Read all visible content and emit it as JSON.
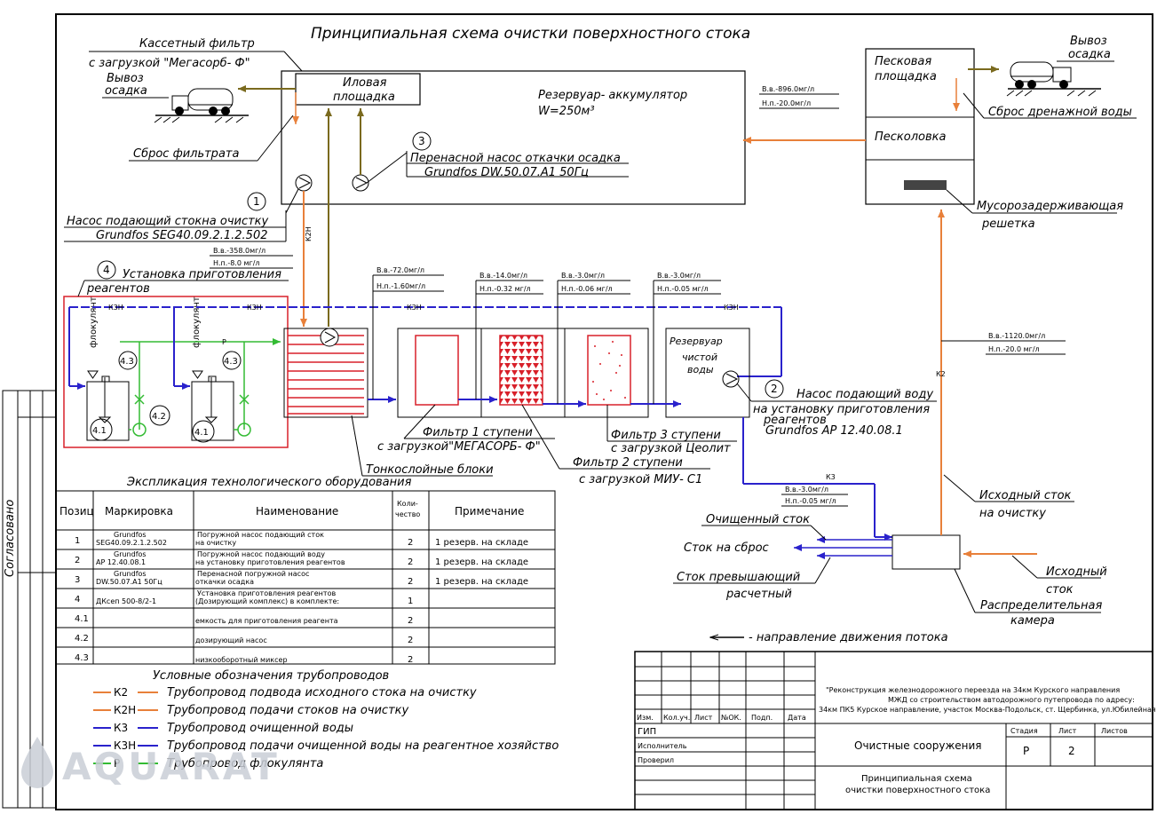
{
  "title": "Принципиальная схема  очистки поверхностного стока",
  "equipment": {
    "cassette_filter_1": "Кассетный фильтр",
    "cassette_filter_2": "с загрузкой \"Мегасорб- Ф\"",
    "sludge_removal_left_1": "Вывоз",
    "sludge_removal_left_2": "осадка",
    "sludge_pad_1": "Иловая",
    "sludge_pad_2": "площадка",
    "reservoir_1": "Резервуар- аккумулятор",
    "reservoir_2": "W=250м³",
    "filtrate_discharge": "Сброс фильтрата",
    "pump3_num": "3",
    "pump3_1": "Перенасной насос откачки осадка",
    "pump3_2": "Grundfos  DW.50.07.A1  50Гц",
    "pump1_num": "1",
    "pump1_1": "Насос подающий стокна очистку",
    "pump1_2": "Grundfos  SEG40.09.2.1.2.502",
    "reagent_num": "4",
    "reagent_1": "Установка  приготовления",
    "reagent_2": "реагентов",
    "flocculant": "флокулянт",
    "sand_pad_1": "Песковая",
    "sand_pad_2": "площадка",
    "sludge_removal_right_1": "Вывоз",
    "sludge_removal_right_2": "осадка",
    "drain_discharge": "Сброс дренажной воды",
    "sand_trap": "Песколовка",
    "grate_1": "Мусорозадерживающая",
    "grate_2": "решетка",
    "clean_res_1": "Резервуар",
    "clean_res_2": "чистой",
    "clean_res_3": "воды",
    "pump2_num": "2",
    "pump2_1": "Насос подающий воду",
    "pump2_2": "на установку приготовления",
    "pump2_3": "реагентов",
    "pump2_4": "Grundfos  AP 12.40.08.1",
    "filter1_1": "Фильтр  1  ступени",
    "filter1_2": "с загрузкой\"МЕГАСОРБ- Ф\"",
    "filter3_1": "Фильтр  3  ступени",
    "filter3_2": "с загрузкой  Цеолит",
    "filter2_1": "Фильтр  2  ступени",
    "filter2_2": "с загрузкой  МИУ- С1",
    "thin_layer": "Тонкослойные блоки",
    "source_flow_1": "Исходный сток",
    "source_flow_2": "на очистку",
    "treated_flow": "Очищенный сток",
    "discharge_flow": "Сток на сброс",
    "excess_flow_1": "Сток  превышающий",
    "excess_flow_2": "расчетный",
    "source_flow_in_1": "Исходный",
    "source_flow_in_2": "сток",
    "dist_chamber_1": "Распределительная",
    "dist_chamber_2": "камера",
    "flow_direction": "-  направление  движения  потока",
    "label_41": "4.1",
    "label_42": "4.2",
    "label_43": "4.3",
    "p_label": "P"
  },
  "pipe_labels": {
    "k2n": "К2Н",
    "k3n": "К3Н",
    "k3": "К3",
    "k2": "К2"
  },
  "quality": {
    "q1a": "В.в.-896.0мг/л",
    "q1b": "Н.п.-20.0мг/л",
    "q2a": "В.в.-358.0мг/л",
    "q2b": "Н.п.-8.0 мг/л",
    "q3a": "В.в.-72.0мг/л",
    "q3b": "Н.п.-1.60мг/л",
    "q4a": "В.в.-14.0мг/л",
    "q4b": "Н.п.-0.32 мг/л",
    "q5a": "В.в.-3.0мг/л",
    "q5b": "Н.п.-0.06 мг/л",
    "q6a": "В.в.-3.0мг/л",
    "q6b": "Н.п.-0.05 мг/л",
    "q7a": "В.в.-1120.0мг/л",
    "q7b": "Н.п.-20.0 мг/л",
    "q8a": "В.в.-3.0мг/л",
    "q8b": "Н.п.-0.05 мг/л"
  },
  "explication": {
    "title": "Экспликация  технологического оборудования",
    "headers": [
      "Позиц",
      "Маркировка",
      "Наименование",
      "Коли-",
      "чество",
      "Примечание"
    ],
    "rows": [
      {
        "pos": "1",
        "mark1": "Grundfos",
        "mark2": "SEG40.09.2.1.2.502",
        "name1": "Погружной насос подающий сток",
        "name2": "на  очистку",
        "qty": "2",
        "note": "1  резерв.  на  складе"
      },
      {
        "pos": "2",
        "mark1": "Grundfos",
        "mark2": "AP 12.40.08.1",
        "name1": "Погружной насос подающий воду",
        "name2": "на установку приготовления реагентов",
        "qty": "2",
        "note": "1  резерв.  на  складе"
      },
      {
        "pos": "3",
        "mark1": "Grundfos",
        "mark2": "DW.50.07.A1  50Гц",
        "name1": "Перенасной погружной насос",
        "name2": "откачки  осадка",
        "qty": "2",
        "note": "1  резерв.  на  складе"
      },
      {
        "pos": "4",
        "mark1": "",
        "mark2": "ДКсеп 500-8/2-1",
        "name1": "Установка  приготовления реагентов",
        "name2": "(Дозирующий комплекс) в комплекте:",
        "qty": "1",
        "note": ""
      },
      {
        "pos": "4.1",
        "mark1": "",
        "mark2": "",
        "name1": "",
        "name2": "емкость для приготовления реагента",
        "qty": "2",
        "note": ""
      },
      {
        "pos": "4.2",
        "mark1": "",
        "mark2": "",
        "name1": "",
        "name2": "дозирующий насос",
        "qty": "2",
        "note": ""
      },
      {
        "pos": "4.3",
        "mark1": "",
        "mark2": "",
        "name1": "",
        "name2": "низкооборотный миксер",
        "qty": "2",
        "note": ""
      }
    ]
  },
  "legend": {
    "title": "Условные обозначения  трубопроводов",
    "items": [
      {
        "code": "К2",
        "text": "Трубопровод подвода исходного  стока на очистку",
        "color": "#e8803a"
      },
      {
        "code": "К2Н",
        "text": "Трубопровод подачи стоков на очистку",
        "color": "#e8803a"
      },
      {
        "code": "К3",
        "text": "Трубопровод очищенной воды",
        "color": "#2a22cc"
      },
      {
        "code": "К3Н",
        "text": "Трубопровод подачи очищенной воды на реагентное хозяйство",
        "color": "#2a22cc"
      },
      {
        "code": "Р",
        "text": "Трубопровод флокулянта",
        "color": "#33bb33"
      }
    ]
  },
  "stamp": {
    "project_1": "\"Реконструкция железнодорожного переезда на 34км Курского  направления",
    "project_2": "МЖД со строительством автодорожного путепровода  по адресу:",
    "project_3": "34км ПК5 Курское направление, участок Москва-Подольск, ст. Щербинка, ул.Юбилейная",
    "col_headers": [
      "Изм.",
      "Кол.уч.",
      "Лист",
      "№ОК.",
      "Подп.",
      "Дата"
    ],
    "role_1": "ГИП",
    "role_2": "Исполнитель",
    "role_3": "Проверил",
    "object": "Очистные сооружения",
    "stage_h": "Стадия",
    "sheet_h": "Лист",
    "sheets_h": "Листов",
    "stage": "Р",
    "sheet": "2",
    "drawing_1": "Принципиальная схема",
    "drawing_2": "очистки поверхностного стока"
  },
  "side_label": "Согласовано",
  "watermark": "AQUARAT",
  "colors": {
    "k2": "#e8803a",
    "k3": "#2a22cc",
    "flocculant": "#33bb33",
    "sludge": "#7a6a1e",
    "red": "#d8202a"
  }
}
